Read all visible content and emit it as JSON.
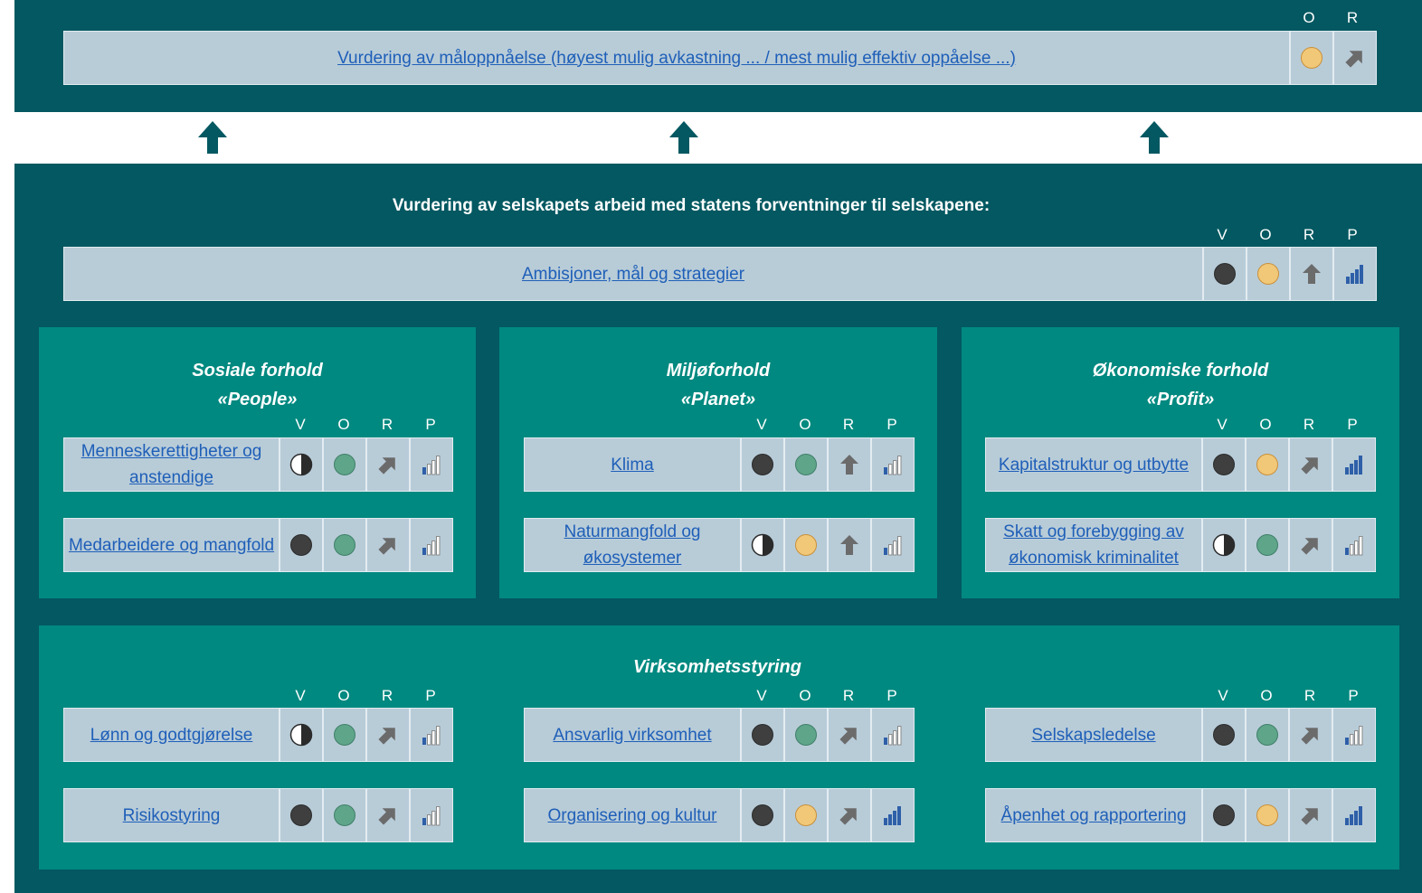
{
  "top": {
    "headers": [
      "O",
      "R"
    ],
    "label": "Vurdering av måloppnåelse (høyest mulig avkastning ... / mest mulig effektiv oppåelse ...)",
    "status": {
      "O": "yellow",
      "R": "diag-up"
    }
  },
  "main": {
    "title": "Vurdering av selskapets arbeid med statens forventninger til selskapene:",
    "headers": [
      "V",
      "O",
      "R",
      "P"
    ],
    "ambition": {
      "label": "Ambisjoner, mål og strategier",
      "V": "dark",
      "O": "yellow",
      "R": "up",
      "P": "bars-blue"
    }
  },
  "groups": [
    {
      "title": "Sosiale forhold",
      "subtitle": "«People»",
      "rows": [
        {
          "label": "Menneskerettigheter og anstendige ",
          "V": "half",
          "O": "green",
          "R": "diag-up",
          "P": "bars-outline"
        },
        {
          "label": "Medarbeidere og mangfold",
          "V": "dark",
          "O": "green",
          "R": "diag-up",
          "P": "bars-outline"
        }
      ]
    },
    {
      "title": "Miljøforhold",
      "subtitle": "«Planet»",
      "rows": [
        {
          "label": "Klima",
          "V": "dark",
          "O": "green",
          "R": "up",
          "P": "bars-outline"
        },
        {
          "label": "Naturmangfold og økosystemer",
          "V": "half",
          "O": "yellow",
          "R": "up",
          "P": "bars-outline"
        }
      ]
    },
    {
      "title": "Økonomiske forhold",
      "subtitle": "«Profit»",
      "rows": [
        {
          "label": "Kapitalstruktur og utbytte ",
          "V": "dark",
          "O": "yellow",
          "R": "diag-up",
          "P": "bars-blue"
        },
        {
          "label": "Skatt og forebygging av økonomisk kriminalitet",
          "V": "half",
          "O": "green",
          "R": "diag-up",
          "P": "bars-outline"
        }
      ]
    }
  ],
  "governance": {
    "title": "Virksomhetsstyring",
    "columns": [
      [
        {
          "label": "Lønn og godtgjørelse",
          "V": "half",
          "O": "green",
          "R": "diag-up",
          "P": "bars-outline"
        },
        {
          "label": "Risikostyring",
          "V": "dark",
          "O": "green",
          "R": "diag-up",
          "P": "bars-outline"
        }
      ],
      [
        {
          "label": "Ansvarlig virksomhet",
          "V": "dark",
          "O": "green",
          "R": "diag-up",
          "P": "bars-outline"
        },
        {
          "label": "Organisering og kultur",
          "V": "dark",
          "O": "yellow",
          "R": "diag-up",
          "P": "bars-blue"
        }
      ],
      [
        {
          "label": "Selskapsledelse",
          "V": "dark",
          "O": "green",
          "R": "diag-up",
          "P": "bars-outline"
        },
        {
          "label": "Åpenhet og rapportering",
          "V": "dark",
          "O": "yellow",
          "R": "diag-up",
          "P": "bars-blue"
        }
      ]
    ]
  },
  "colors": {
    "band": "#035861",
    "panel": "#008980",
    "cell": "#b8ccd8",
    "link": "#1f5fb8",
    "dark": "#3f3f3f",
    "green": "#5fa58a",
    "yellow": "#f1c878",
    "arrow": "#6b6b6b",
    "bars": "#2e5fa8"
  }
}
